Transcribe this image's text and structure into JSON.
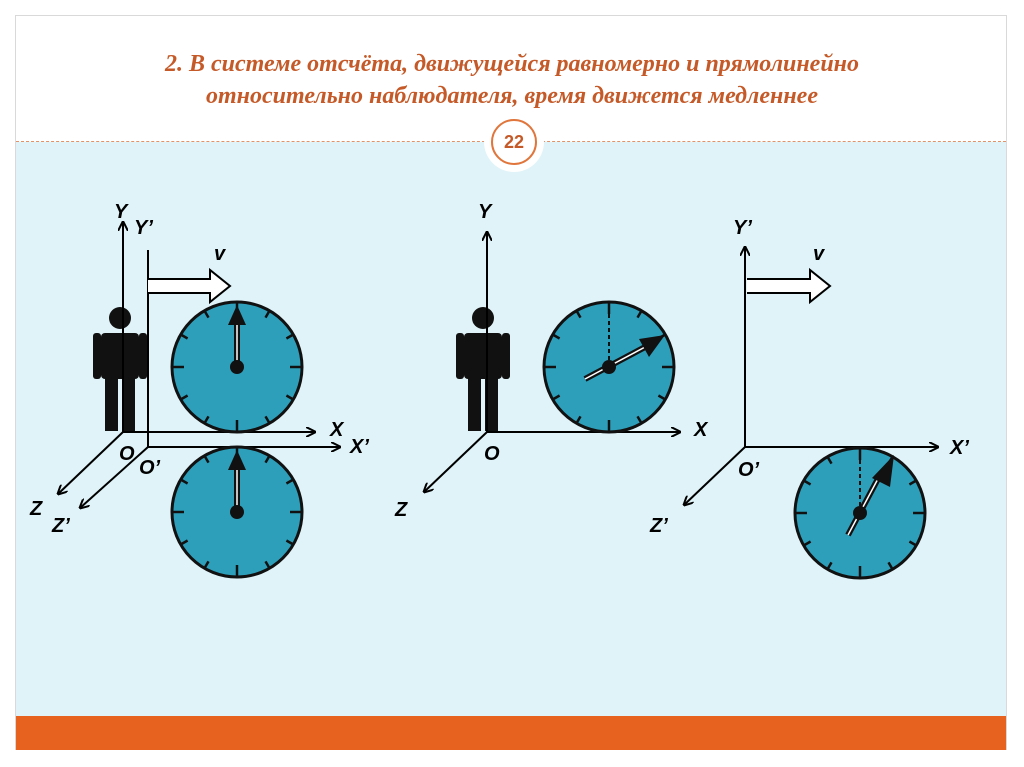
{
  "slide": {
    "title_line1": "2. В системе отсчёта, движущейся равномерно и прямолинейно",
    "title_line2": "относительно наблюдателя, время движется медленнее",
    "page_number": "22"
  },
  "colors": {
    "title": "#c55a28",
    "panel_background": "#dff3f8",
    "footer_bar": "#e8621f",
    "clock_face": "#2e9fba",
    "axes": "#000000"
  },
  "diagram": {
    "left": {
      "y": "Y",
      "y_prime": "Y’",
      "x": "X",
      "x_prime": "X’",
      "z": "Z",
      "z_prime": "Z’",
      "o": "O",
      "o_prime": "O’",
      "v": "v"
    },
    "middle": {
      "y": "Y",
      "x": "X",
      "z": "Z",
      "o": "O"
    },
    "right": {
      "y_prime": "Y’",
      "x_prime": "X’",
      "z_prime": "Z’",
      "o_prime": "O’",
      "v": "v"
    }
  }
}
